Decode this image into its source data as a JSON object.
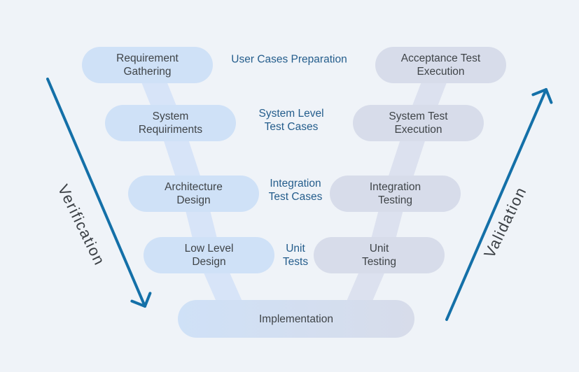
{
  "diagram_type": "v-model",
  "colors": {
    "background": "#eff3f8",
    "verification_pill": "#cfe1f7",
    "verification_connector": "#d7e4f8",
    "validation_pill": "#d7dcea",
    "validation_connector": "#dce1ef",
    "arrow": "#1470a8",
    "pill_text": "#3f4448",
    "test_label_text": "#245d8c",
    "axis_text": "#3b4045"
  },
  "verification_phases": [
    {
      "label": "Requirement\nGathering"
    },
    {
      "label": "System\nRequiriments"
    },
    {
      "label": "Architecture\nDesign"
    },
    {
      "label": "Low Level\nDesign"
    }
  ],
  "validation_phases": [
    {
      "label": "Acceptance Test\nExecution"
    },
    {
      "label": "System Test\nExecution"
    },
    {
      "label": "Integration\nTesting"
    },
    {
      "label": "Unit\nTesting"
    }
  ],
  "implementation": {
    "label": "Implementation"
  },
  "test_case_labels": [
    {
      "label": "User Cases Preparation"
    },
    {
      "label": "System Level\nTest Cases"
    },
    {
      "label": "Integration\nTest Cases"
    },
    {
      "label": "Unit\nTests"
    }
  ],
  "axis_labels": {
    "left": "Verification",
    "right": "Validation"
  }
}
